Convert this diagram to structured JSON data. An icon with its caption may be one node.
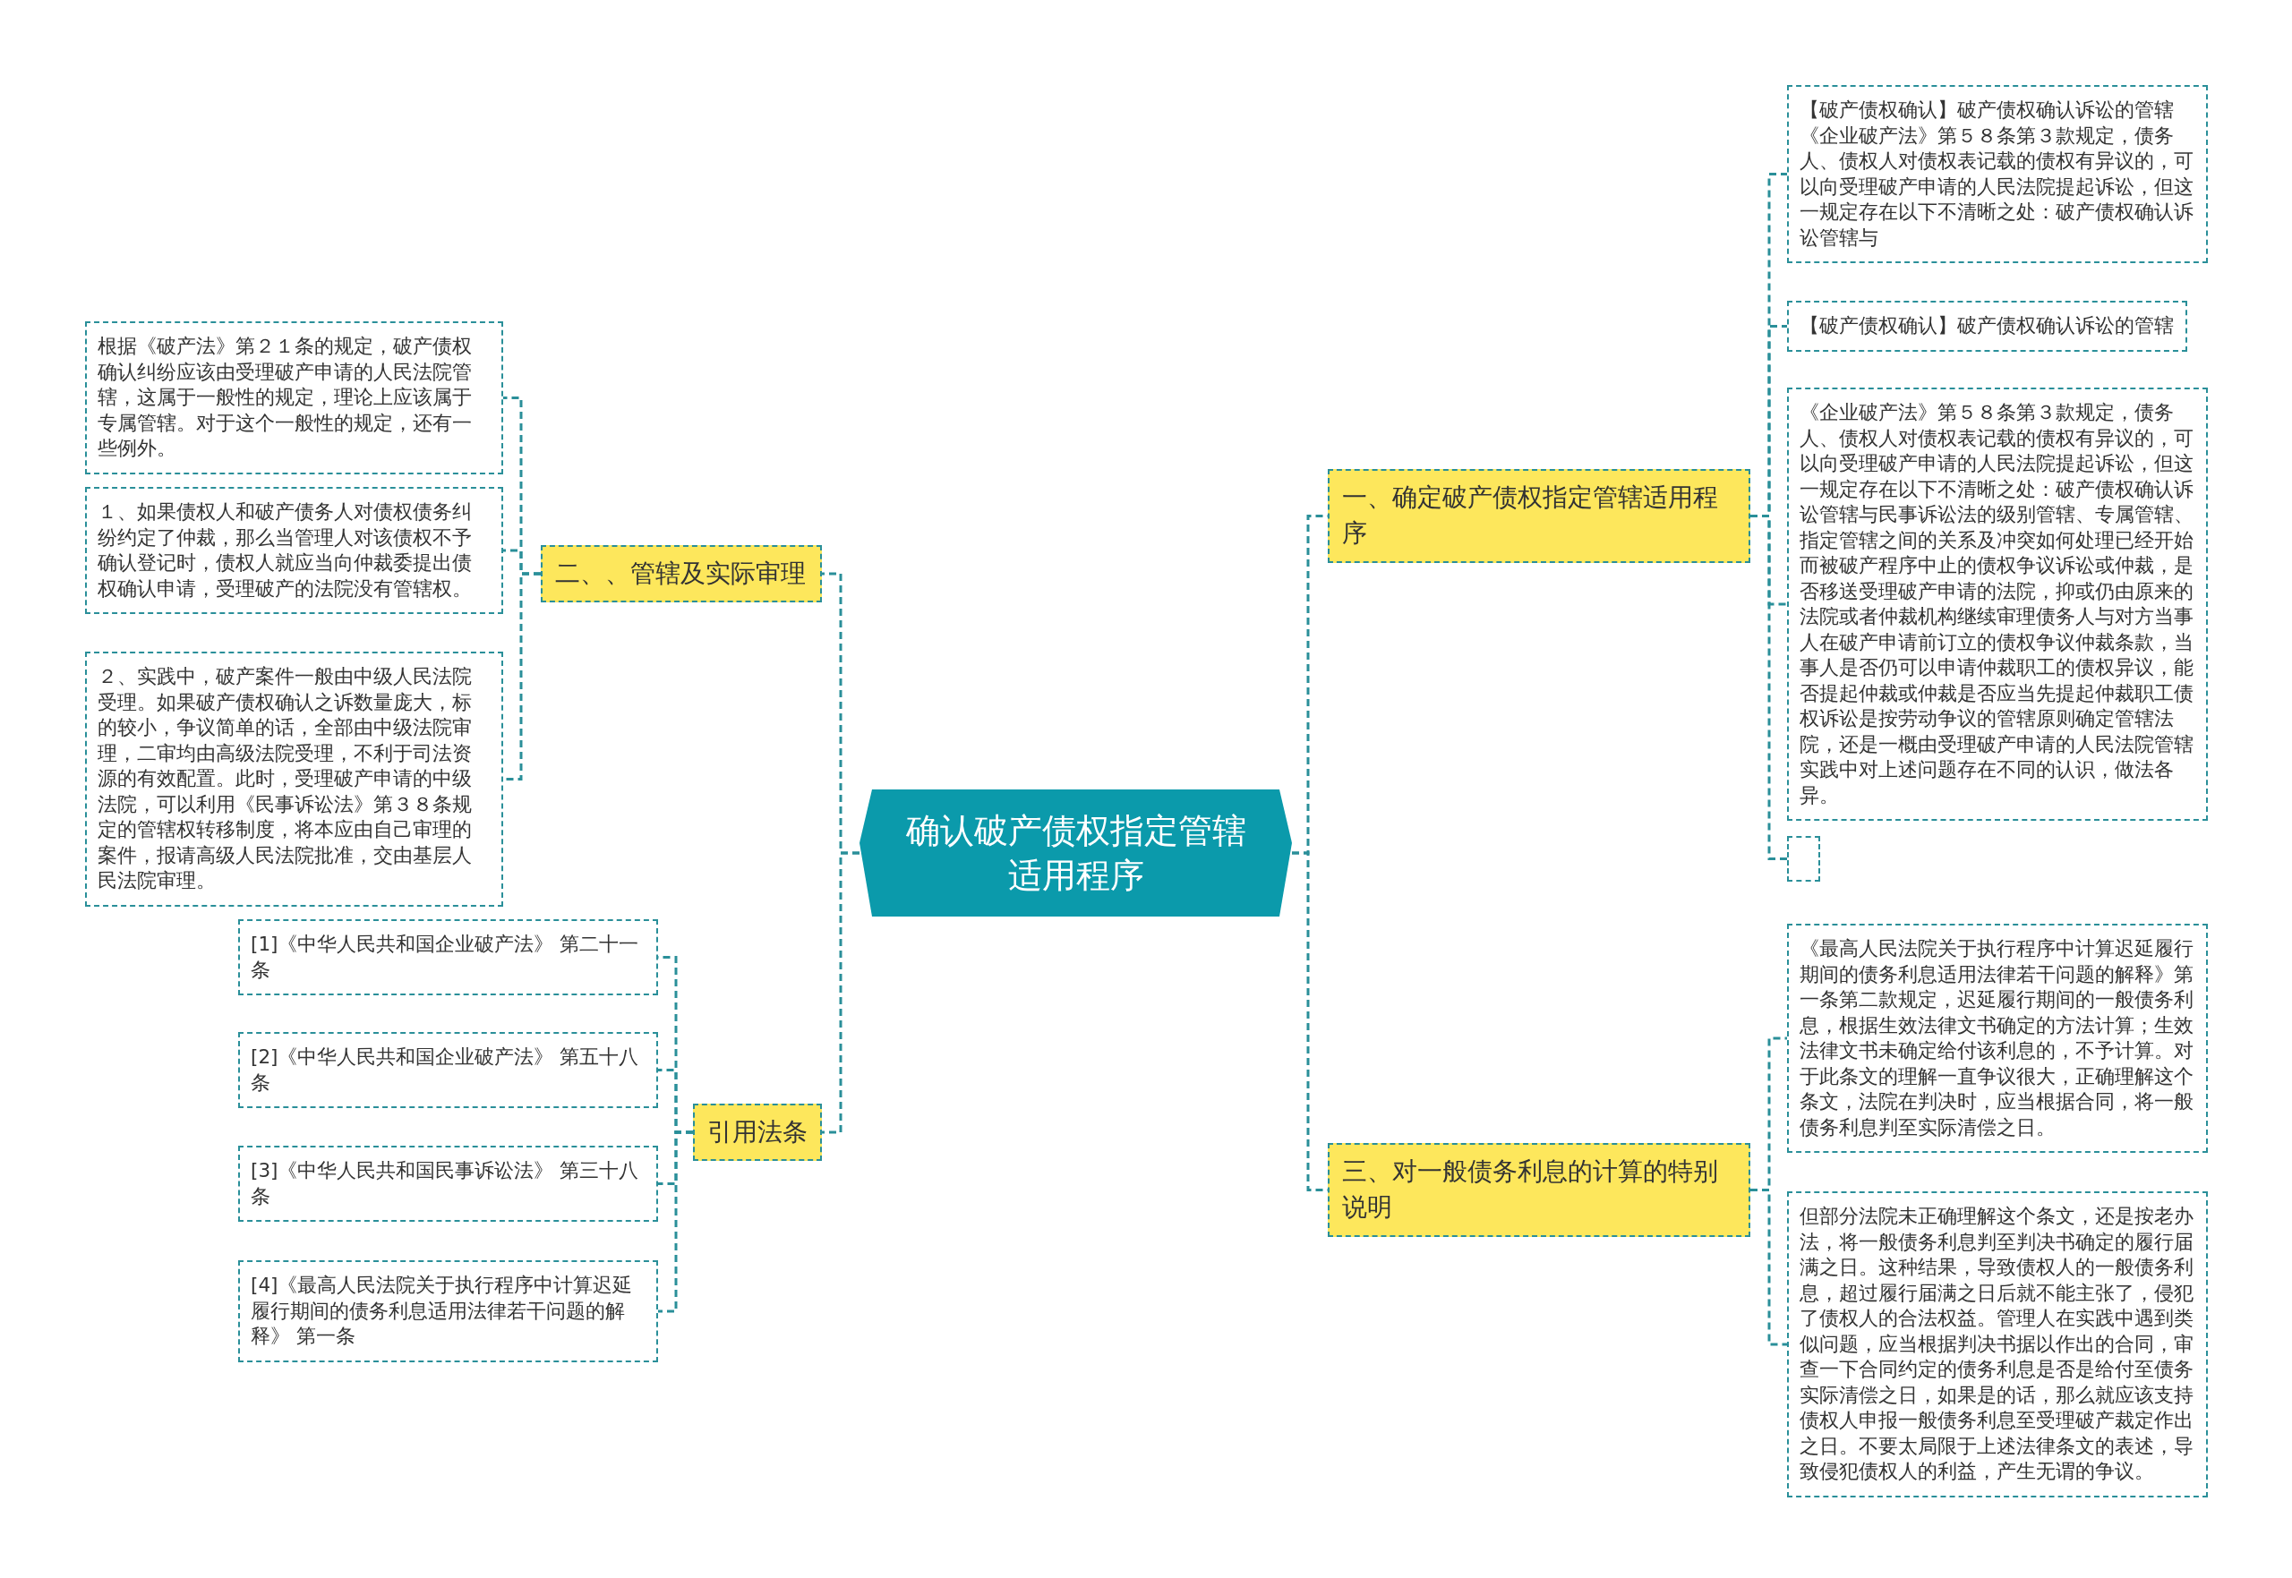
{
  "diagram": {
    "nodes": [
      {
        "text": [
          "确认破产债权指定管辖适用程序"
        ]
      },
      {
        "text": [
          "一、确定破产债权指定管辖适用程序"
        ]
      },
      {
        "text": [
          "二、、管辖及实际审理"
        ]
      },
      {
        "text": [
          "引用法条"
        ]
      },
      {
        "text": [
          "三、对一般债务利息的计算的特别说明"
        ]
      },
      {
        "text": [
          "【破产债权确认】破产债权确认诉讼的管辖《企业破产法》第５８条第３款规定，债务人、债权人对债权表记载的债权有异议的，可以向受理破产申请的人民法院提起诉讼，但这一规定存在以下不清晰之处：破产债权确认诉讼管辖与"
        ]
      },
      {
        "text": [
          "【破产债权确认】破产债权确认诉讼的管辖"
        ]
      },
      {
        "text": [
          "《企业破产法》第５８条第３款规定，债务人、债权人对债权表记载的债权有异议的，可以向受理破产申请的人民法院提起诉讼，但这一规定存在以下不清晰之处：破产债权确认诉讼管辖与民事诉讼法的级别管辖、专属管辖、指定管辖之间的关系及冲突如何处理已经开始而被破产程序中止的债权争议诉讼或仲裁，是否移送受理破产申请的法院，抑或仍由原来的法院或者仲裁机构继续审理债务人与对方当事人在破产申请前订立的债权争议仲裁条款，当事人是否仍可以申请仲裁职工的债权异议，能否提起仲裁或仲裁是否应当先提起仲裁职工债权诉讼是按劳动争议的管辖原则确定管辖法院，还是一概由受理破产申请的人民法院管辖实践中对上述问题存在不同的认识，做法各异。"
        ]
      },
      {
        "text": [],
        "shape": "box"
      },
      {
        "text": [
          "根据《破产法》第２１条的规定，破产债权确认纠纷应该由受理破产申请的人民法院管辖，这属于一般性的规定，理论上应该属于专属管辖。对于这个一般性的规定，还有一些例外。"
        ]
      },
      {
        "text": [
          "１、如果债权人和破产债务人对债权债务纠纷约定了仲裁，那么当管理人对该债权不予确认登记时，债权人就应当向仲裁委提出债权确认申请，受理破产的法院没有管辖权。"
        ]
      },
      {
        "text": [
          "２、实践中，破产案件一般由中级人民法院受理。如果破产债权确认之诉数量庞大，标的较小，争议简单的话，全部由中级法院审理，二审均由高级法院受理，不利于司法资源的有效配置。此时，受理破产申请的中级法院，可以利用《民事诉讼法》第３８条规定的管辖权转移制度，将本应由自己审理的案件，报请高级人民法院批准，交由基层人民法院审理。"
        ]
      },
      {
        "text": [
          "[1]《中华人民共和国企业破产法》 第二十一条"
        ]
      },
      {
        "text": [
          "[2]《中华人民共和国企业破产法》 第五十八条"
        ]
      },
      {
        "text": [
          "[3]《中华人民共和国民事诉讼法》 第三十八条"
        ]
      },
      {
        "text": [
          "[4]《最高人民法院关于执行程序中计算迟延履行期间的债务利息适用法律若干问题的解释》 第一条"
        ]
      },
      {
        "text": [
          "《最高人民法院关于执行程序中计算迟延履行期间的债务利息适用法律若干问题的解释》第一条第二款规定，迟延履行期间的一般债务利息，根据生效法律文书确定的方法计算；生效法律文书未确定给付该利息的，不予计算。对于此条文的理解一直争议很大，正确理解这个条文，法院在判决时，应当根据合同，将一般债务利息判至实际清偿之日。"
        ]
      },
      {
        "text": [
          "但部分法院未正确理解这个条文，还是按老办法，将一般债务利息判至判决书确定的履行届满之日。这种结果，导致债权人的一般债务利息，超过履行届满之日后就不能主张了，侵犯了债权人的合法权益。管理人在实践中遇到类似问题，应当根据判决书据以作出的合同，审查一下合同约定的债务利息是否是给付至债务实际清偿之日，如果是的话，那么就应该支持债权人申报一般债务利息至受理破产裁定作出之日。不要太局限于上述法律条文的表述，导致侵犯债权人的利益，产生无谓的争议。"
        ]
      }
    ],
    "edges": [
      {
        "from": 0,
        "to": 1,
        "arrow": "none",
        "style": "dashed"
      },
      {
        "from": 0,
        "to": 2,
        "arrow": "none",
        "style": "dashed"
      },
      {
        "from": 0,
        "to": 3,
        "arrow": "none",
        "style": "dashed"
      },
      {
        "from": 0,
        "to": 4,
        "arrow": "none",
        "style": "dashed"
      },
      {
        "from": 1,
        "to": 5,
        "arrow": "none",
        "style": "dashed"
      },
      {
        "from": 1,
        "to": 6,
        "arrow": "none",
        "style": "dashed"
      },
      {
        "from": 1,
        "to": 7,
        "arrow": "none",
        "style": "dashed"
      },
      {
        "from": 1,
        "to": 8,
        "arrow": "none",
        "style": "dashed"
      },
      {
        "from": 2,
        "to": 9,
        "arrow": "none",
        "style": "dashed"
      },
      {
        "from": 2,
        "to": 10,
        "arrow": "none",
        "style": "dashed"
      },
      {
        "from": 2,
        "to": 11,
        "arrow": "none",
        "style": "dashed"
      },
      {
        "from": 3,
        "to": 12,
        "arrow": "none",
        "style": "dashed"
      },
      {
        "from": 3,
        "to": 13,
        "arrow": "none",
        "style": "dashed"
      },
      {
        "from": 3,
        "to": 14,
        "arrow": "none",
        "style": "dashed"
      },
      {
        "from": 3,
        "to": 15,
        "arrow": "none",
        "style": "dashed"
      },
      {
        "from": 4,
        "to": 16,
        "arrow": "none",
        "style": "dashed"
      },
      {
        "from": 4,
        "to": 17,
        "arrow": "none",
        "style": "dashed"
      }
    ]
  }
}
